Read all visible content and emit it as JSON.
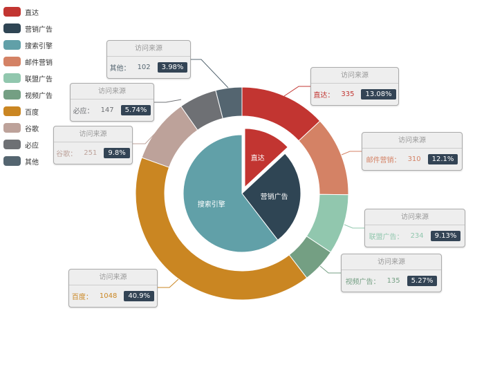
{
  "chart_data": {
    "type": "pie",
    "legend_position": "top-left",
    "legend": [
      "直达",
      "营销广告",
      "搜索引擎",
      "邮件营销",
      "联盟广告",
      "视频广告",
      "百度",
      "谷歌",
      "必应",
      "其他"
    ],
    "colors": {
      "直达": "#c23531",
      "营销广告": "#2f4554",
      "搜索引擎": "#61a0a8",
      "邮件营销": "#d48265",
      "联盟广告": "#91c7ae",
      "视频广告": "#749f83",
      "百度": "#ca8622",
      "谷歌": "#bda29a",
      "必应": "#6e7074",
      "其他": "#546570"
    },
    "series_name": "访问来源",
    "inner": [
      {
        "name": "直达",
        "value": 335,
        "selected": true
      },
      {
        "name": "营销广告",
        "value": 679
      },
      {
        "name": "搜索引擎",
        "value": 1548
      }
    ],
    "outer": [
      {
        "name": "直达",
        "value": 335,
        "percent": "13.08%"
      },
      {
        "name": "邮件营销",
        "value": 310,
        "percent": "12.1%"
      },
      {
        "name": "联盟广告",
        "value": 234,
        "percent": "9.13%"
      },
      {
        "name": "视频广告",
        "value": 135,
        "percent": "5.27%"
      },
      {
        "name": "百度",
        "value": 1048,
        "percent": "40.9%"
      },
      {
        "name": "谷歌",
        "value": 251,
        "percent": "9.8%"
      },
      {
        "name": "必应",
        "value": 147,
        "percent": "5.74%"
      },
      {
        "name": "其他",
        "value": 102,
        "percent": "3.98%"
      }
    ]
  }
}
